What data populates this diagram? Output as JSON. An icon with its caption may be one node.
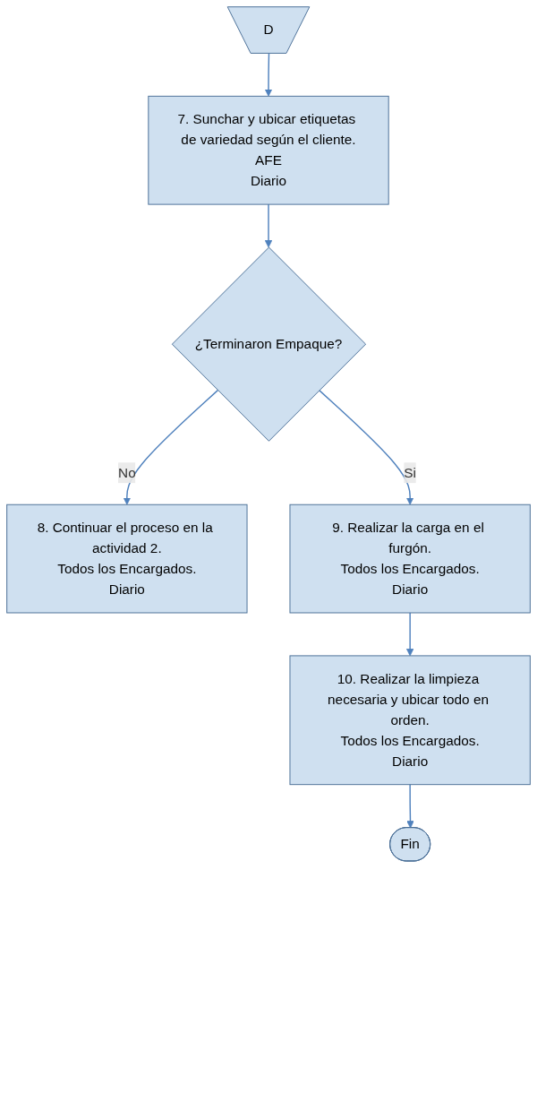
{
  "diagram": {
    "nodes": [
      {
        "text": [
          "D"
        ]
      },
      {
        "text": [
          "7. Sunchar y ubicar etiquetas de variedad según el cliente.",
          "AFE",
          "Diario"
        ]
      },
      {
        "text": [
          "¿Terminaron Empaque?"
        ]
      },
      {
        "text": [
          "8. Continuar el proceso en la actividad 2.",
          "Todos los Encargados.",
          "Diario"
        ]
      },
      {
        "text": [
          "9. Realizar la carga en el furgón.",
          "Todos los Encargados.",
          "Diario"
        ]
      },
      {
        "text": [
          "10. Realizar la limpieza necesaria y ubicar todo en orden.",
          "Todos los Encargados.",
          "Diario"
        ]
      },
      {
        "text": [
          "Fin"
        ]
      }
    ],
    "edges": [
      {
        "from": 0,
        "to": 1,
        "arrow": "to"
      },
      {
        "from": 1,
        "to": 2,
        "arrow": "to"
      },
      {
        "from": 2,
        "to": 3,
        "label": "No",
        "arrow": "to"
      },
      {
        "from": 2,
        "to": 4,
        "label": "Si",
        "arrow": "to"
      },
      {
        "from": 4,
        "to": 5,
        "arrow": "to"
      },
      {
        "from": 5,
        "to": 6,
        "arrow": "to"
      }
    ]
  }
}
